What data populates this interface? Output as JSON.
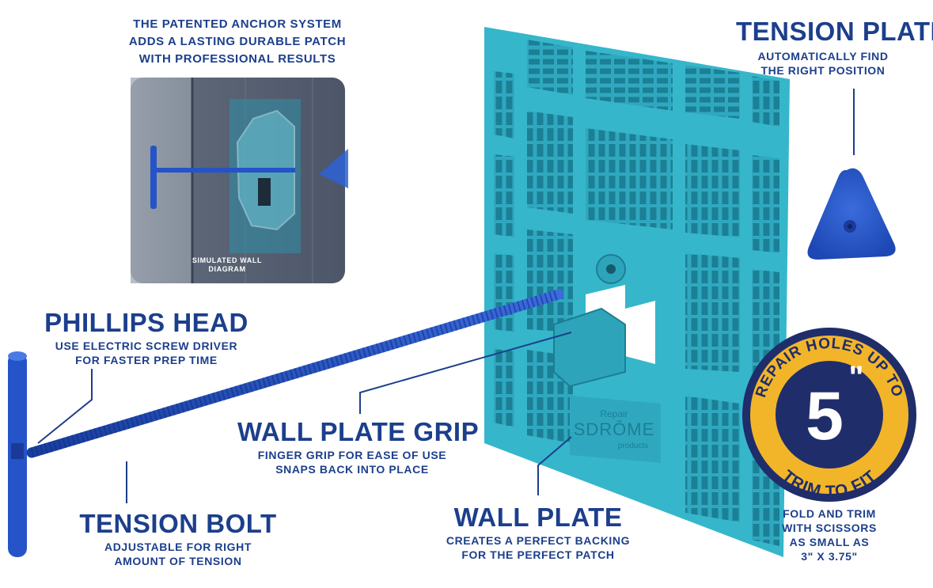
{
  "inset": {
    "caption_lines": [
      "THE PATENTED ANCHOR SYSTEM",
      "ADDS A LASTING DURABLE PATCH",
      "WITH PROFESSIONAL RESULTS"
    ],
    "label_lines": [
      "SIMULATED WALL",
      "DIAGRAM"
    ]
  },
  "tension_plate": {
    "title": "TENSION PLATE",
    "desc_lines": [
      "AUTOMATICALLY FIND",
      "THE RIGHT POSITION"
    ]
  },
  "phillips_head": {
    "title": "PHILLIPS HEAD",
    "desc_lines": [
      "USE ELECTRIC SCREW DRIVER",
      "FOR FASTER PREP TIME"
    ]
  },
  "wall_plate_grip": {
    "title": "WALL PLATE GRIP",
    "desc_lines": [
      "FINGER GRIP FOR EASE OF USE",
      "SNAPS BACK INTO PLACE"
    ]
  },
  "tension_bolt": {
    "title": "TENSION BOLT",
    "desc_lines": [
      "ADJUSTABLE FOR RIGHT",
      "AMOUNT OF TENSION"
    ]
  },
  "wall_plate": {
    "title": "WALL PLATE",
    "desc_lines": [
      "CREATES A PERFECT BACKING",
      "FOR THE PERFECT PATCH"
    ],
    "brand_top": "Repair",
    "brand_name": "SDRŌME",
    "brand_sub": "products"
  },
  "badge": {
    "arc_top": "REPAIR HOLES UP TO",
    "number": "5",
    "unit": "\"",
    "arc_bottom": "TRIM TO FIT"
  },
  "fold_note": {
    "lines": [
      "FOLD AND TRIM",
      "WITH SCISSORS",
      "AS SMALL AS",
      "3\" X 3.75\""
    ]
  },
  "colors": {
    "brand_blue": "#1c3f8c",
    "plate_teal": "#34b3c8",
    "bolt_blue": "#2553c8",
    "badge_yellow": "#f2b52a",
    "badge_navy": "#1f2d6b"
  }
}
